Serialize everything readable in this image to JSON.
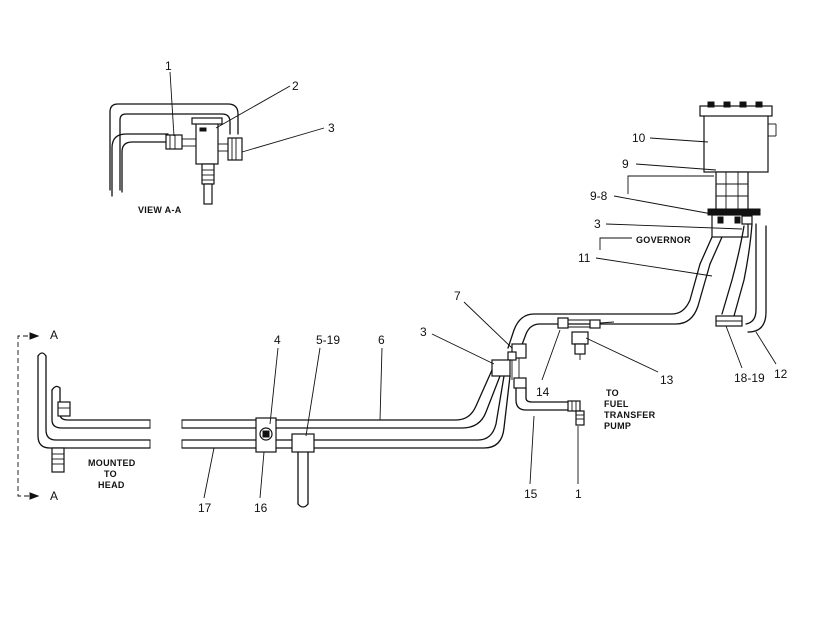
{
  "view_label": "VIEW A-A",
  "notes": {
    "governor": "GOVERNOR",
    "mounted_line1": "MOUNTED",
    "mounted_line2": "TO",
    "mounted_line3": "HEAD",
    "to_pump_line1": "TO",
    "to_pump_line2": "FUEL",
    "to_pump_line3": "TRANSFER",
    "to_pump_line4": "PUMP"
  },
  "section_marks": {
    "top": "A",
    "bottom": "A"
  },
  "callouts": {
    "c1_view": "1",
    "c2_view": "2",
    "c3_view": "3",
    "c10": "10",
    "c9": "9",
    "c9_8": "9-8",
    "c3_gov": "3",
    "c11": "11",
    "c7": "7",
    "c3_mid": "3",
    "c4": "4",
    "c5_19": "5-19",
    "c6": "6",
    "c13": "13",
    "c14": "14",
    "c18_19": "18-19",
    "c12": "12",
    "c15": "15",
    "c1_bottom": "1",
    "c17": "17",
    "c16": "16"
  }
}
